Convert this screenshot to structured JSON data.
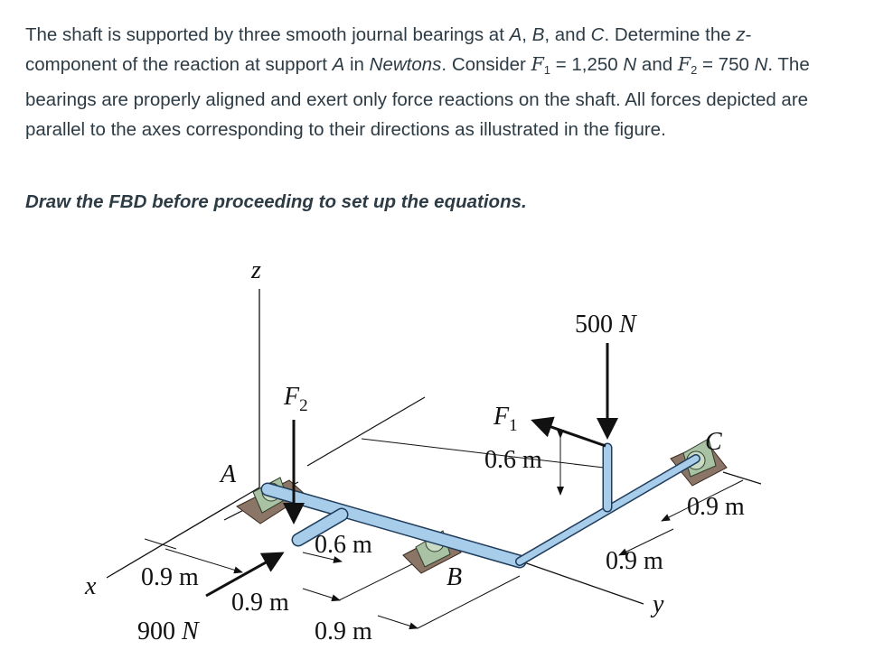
{
  "problem": {
    "t1": "The shaft is supported by three smooth journal bearings at ",
    "pA": "A",
    "t2": ", ",
    "pB": "B",
    "t3": ", and ",
    "pC": "C",
    "t4": ". Determine the ",
    "z": "z",
    "t5": "-component of the reaction at support ",
    "pA2": "A",
    "t6": " in ",
    "newtons": "Newtons",
    "t7": ". Consider ",
    "F1sym": "F",
    "F1sub": "1",
    "eq1": " = ",
    "F1val": "1,250 ",
    "N1": "N",
    "t8": " and ",
    "F2sym": "F",
    "F2sub": "2",
    "eq2": " = ",
    "F2val": "750 ",
    "N2": "N",
    "t9": ". The bearings are properly aligned and exert only force reactions on the shaft. All forces depicted are parallel to the axes corresponding to their directions as illustrated in the figure."
  },
  "instruction": "Draw the FBD before proceeding to set up the equations.",
  "figure": {
    "axis_z": "z",
    "axis_x": "x",
    "axis_y": "y",
    "label_A": "A",
    "label_B": "B",
    "label_C": "C",
    "F2_sym": "F",
    "F2_sub": "2",
    "F1_sym": "F",
    "F1_sub": "1",
    "force_500_val": "500 ",
    "force_500_unit": "N",
    "force_900_val": "900 ",
    "force_900_unit": "N",
    "dim_06_upper": "0.6 m",
    "dim_06_lower": "0.6 m",
    "dim_09_left": "0.9 m",
    "dim_09_center": "0.9 m",
    "dim_09_bottom": "0.9 m",
    "dim_09_right_lower": "0.9 m",
    "dim_09_right_upper": "0.9 m"
  },
  "colors": {
    "shaft": "#a8cdea",
    "shaft_outline": "#1f3c5a",
    "bearing": "#a9c2a4",
    "base": "#8b7566",
    "arrow": "#111111"
  }
}
